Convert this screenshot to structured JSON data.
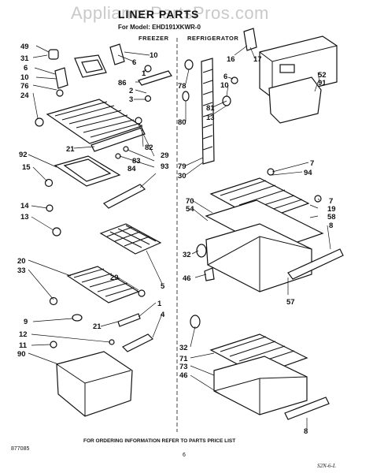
{
  "watermark": "AppliancePartsPros.com",
  "header": {
    "title": "LINER PARTS",
    "model": "For Model: EHD191XKWR-0",
    "freezer_label": "FREEZER",
    "refrigerator_label": "REFRIGERATOR"
  },
  "footer": {
    "instruction": "FOR ORDERING INFORMATION REFER TO PARTS PRICE LIST",
    "figure_number": "877085",
    "page_number": "6",
    "signature": "S2N-6-L"
  },
  "callouts": {
    "c49": "49",
    "c31": "31",
    "c6a": "6",
    "c10a": "10",
    "c76": "76",
    "c24": "24",
    "c10b": "10",
    "c6b": "6",
    "c1a": "1",
    "c86": "86",
    "c2": "2",
    "c3": "3",
    "c21a": "21",
    "c82": "82",
    "c29a": "29",
    "c83": "83",
    "c84": "84",
    "c93": "93",
    "c92": "92",
    "c15": "15",
    "c14": "14",
    "c13a": "13",
    "c5": "5",
    "c20": "20",
    "c33": "33",
    "c29b": "29",
    "c9": "9",
    "c21b": "21",
    "c1b": "1",
    "c4": "4",
    "c12": "12",
    "c11": "11",
    "c90": "90",
    "c16": "16",
    "c17": "17",
    "c52": "52",
    "c91": "91",
    "c78": "78",
    "c6c": "6",
    "c10c": "10",
    "c81": "81",
    "c13b": "13",
    "c80": "80",
    "c79": "79",
    "c30": "30",
    "c7a": "7",
    "c94": "94",
    "c7b": "7",
    "c19": "19",
    "c58": "58",
    "c8a": "8",
    "c70": "70",
    "c54": "54",
    "c32a": "32",
    "c46a": "46",
    "c57": "57",
    "c32b": "32",
    "c71": "71",
    "c73": "73",
    "c46b": "46",
    "c8b": "8"
  }
}
